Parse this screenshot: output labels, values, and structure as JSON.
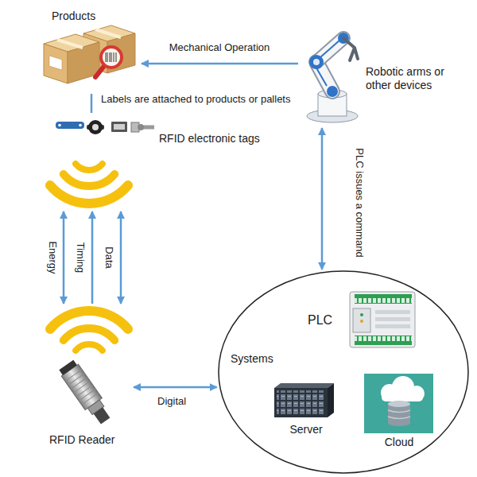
{
  "diagram": {
    "nodes": [
      {
        "text": [
          "Products"
        ]
      },
      {
        "text": [
          "Robotic arms or other devices"
        ]
      },
      {
        "text": [
          "RFID electronic tags"
        ]
      },
      {
        "text": [
          "Systems"
        ]
      },
      {
        "text": [
          "PLC"
        ],
        "in": 3
      },
      {
        "text": [
          "Server"
        ],
        "in": 3
      },
      {
        "text": [
          "Cloud"
        ],
        "in": 3
      },
      {
        "text": [
          "RFID Reader"
        ]
      }
    ],
    "edges": [
      {
        "from": 1,
        "to": 0,
        "arrow": "to",
        "label": "Mechanical Operation"
      },
      {
        "from": 0,
        "to": 2,
        "arrow": "none",
        "label": "Labels are attached to products or pallets"
      },
      {
        "from": 1,
        "to": 3,
        "arrow": "both",
        "label": "PLC issues a command"
      },
      {
        "from": 7,
        "to": 2,
        "arrow": "both",
        "label": "Energy"
      },
      {
        "from": 7,
        "to": 2,
        "arrow": "to",
        "label": "Timing"
      },
      {
        "from": 7,
        "to": 2,
        "arrow": "both",
        "label": "Data"
      },
      {
        "from": 7,
        "to": 3,
        "arrow": "both",
        "label": "Digital"
      }
    ]
  }
}
